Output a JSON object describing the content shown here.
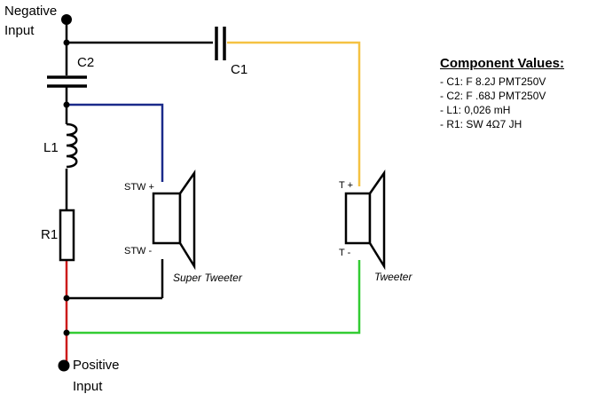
{
  "terminals": {
    "negative": [
      "Negative",
      "Input"
    ],
    "positive": [
      "Positive",
      "Input"
    ]
  },
  "components": {
    "c1": "C1",
    "c2": "C2",
    "l1": "L1",
    "r1": "R1"
  },
  "speakers": {
    "super_tweeter": {
      "name": "Super Tweeter",
      "plus": "STW +",
      "minus": "STW -"
    },
    "tweeter": {
      "name": "Tweeter",
      "plus": "T +",
      "minus": "T -"
    }
  },
  "legend": {
    "title": "Component Values:",
    "items": [
      "- C1: F 8.2J PMT250V",
      "- C2: F .68J PMT250V",
      "- L1: 0,026 mH",
      "- R1: SW 4Ω7 JH"
    ]
  },
  "colors": {
    "wire_black": "#000000",
    "wire_navy": "#1a2a8a",
    "wire_yellow": "#f5c242",
    "wire_red": "#cc1a1a",
    "wire_green": "#33cc33"
  }
}
